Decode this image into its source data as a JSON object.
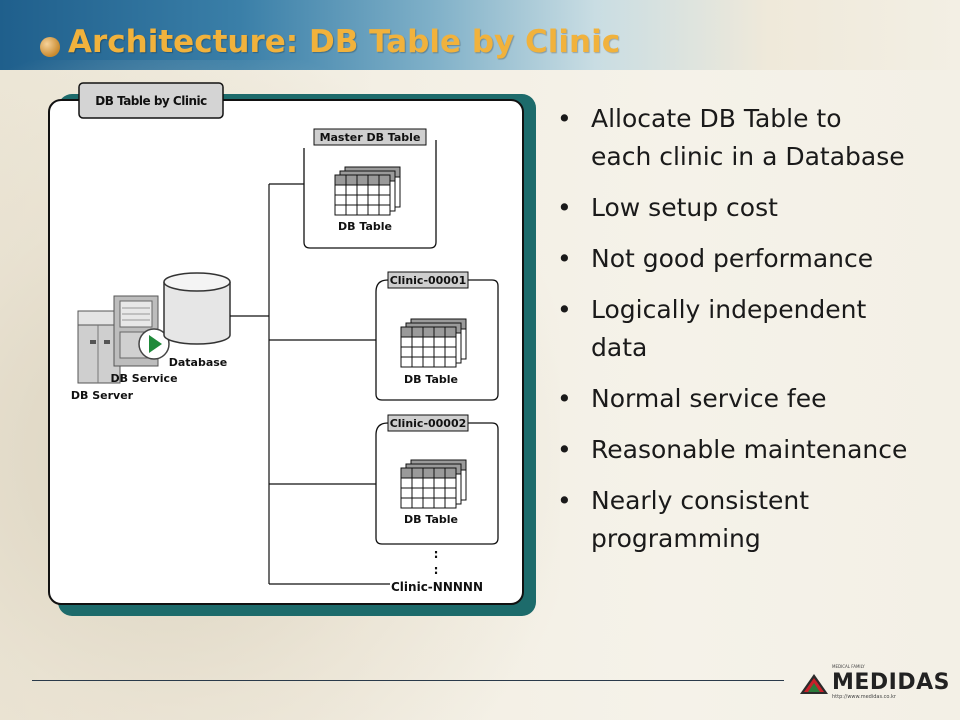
{
  "slide": {
    "title": "Architecture: DB Table by Clinic"
  },
  "diagram": {
    "frame_label": "DB Table by Clinic",
    "server_label": "DB Server",
    "service_label": "DB Service",
    "database_label": "Database",
    "groups": [
      {
        "header": "Master  DB Table",
        "table_label": "DB Table"
      },
      {
        "header": "Clinic-00001",
        "table_label": "DB Table"
      },
      {
        "header": "Clinic-00002",
        "table_label": "DB Table"
      }
    ],
    "ellipsis": ":\n:",
    "last_label": "Clinic-NNNNN"
  },
  "bullets": [
    {
      "line1": "Allocate DB Table to",
      "line2": "each clinic in a Database"
    },
    {
      "line1": "Low setup cost",
      "line2": ""
    },
    {
      "line1": "Not good performance",
      "line2": ""
    },
    {
      "line1": "Logically independent",
      "line2": "data"
    },
    {
      "line1": "Normal service fee",
      "line2": ""
    },
    {
      "line1": "Reasonable maintenance",
      "line2": ""
    },
    {
      "line1": "Nearly consistent",
      "line2": "programming"
    }
  ],
  "footer": {
    "logo_name": "MEDIDAS",
    "logo_top": "MEDICAL FAMILY",
    "logo_url": "http://www.medidas.co.kr"
  },
  "colors": {
    "title": "#f1b23c",
    "diagram_shadow": "#1d6b6b",
    "header_blue": "#1f5f8c"
  }
}
